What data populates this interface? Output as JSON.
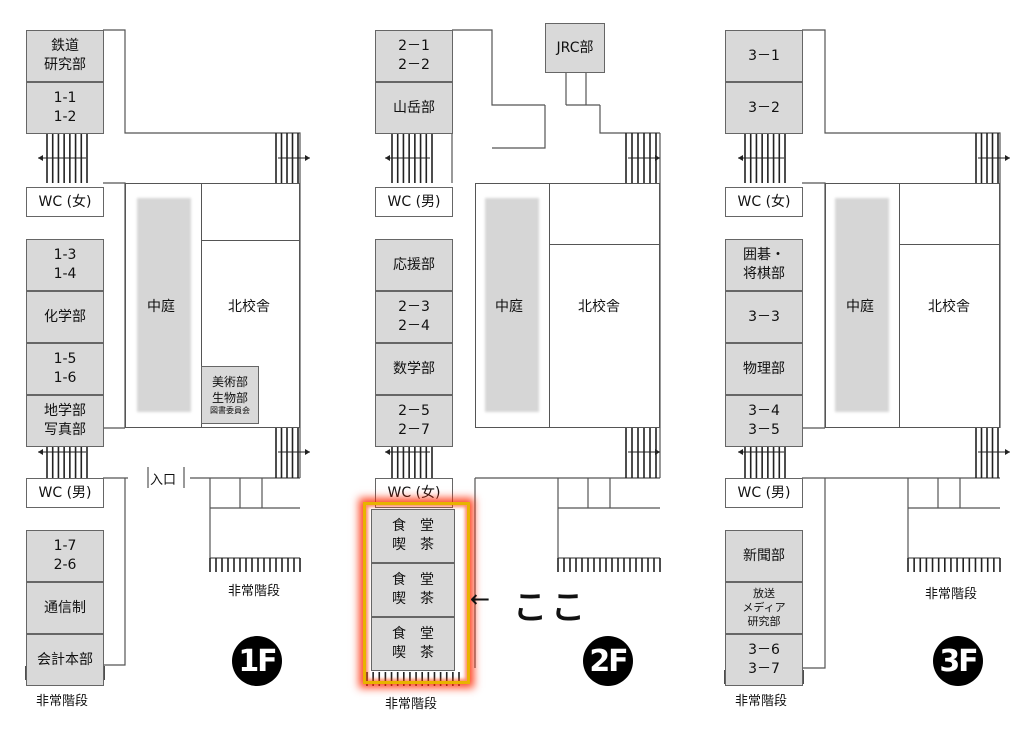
{
  "floors": {
    "f1": {
      "badge": "1F",
      "rooms": [
        {
          "lines": [
            "鉄道",
            "研究部"
          ]
        },
        {
          "lines": [
            "1-1",
            "1-2"
          ]
        },
        {
          "lines": [
            "WC (女)"
          ]
        },
        {
          "lines": [
            "1-3",
            "1-4"
          ]
        },
        {
          "lines": [
            "化学部"
          ]
        },
        {
          "lines": [
            "1-5",
            "1-6"
          ]
        },
        {
          "lines": [
            "地学部",
            "写真部"
          ]
        },
        {
          "lines": [
            "WC (男)"
          ]
        },
        {
          "lines": [
            "1-7",
            "2-6"
          ]
        },
        {
          "lines": [
            "通信制"
          ]
        },
        {
          "lines": [
            "会計本部"
          ]
        }
      ],
      "courtyard": "中庭",
      "north_building": "北校舎",
      "club_room": [
        "美術部",
        "生物部",
        "図書委員会"
      ],
      "entrance": "入口",
      "emergency_stairs_right": "非常階段",
      "emergency_stairs_bottom": "非常階段"
    },
    "f2": {
      "badge": "2F",
      "rooms": [
        {
          "lines": [
            "2－1",
            "2－2"
          ]
        },
        {
          "lines": [
            "山岳部"
          ]
        },
        {
          "lines": [
            "WC (男)"
          ]
        },
        {
          "lines": [
            "応援部"
          ]
        },
        {
          "lines": [
            "2－3",
            "2－4"
          ]
        },
        {
          "lines": [
            "数学部"
          ]
        },
        {
          "lines": [
            "2－5",
            "2－7"
          ]
        },
        {
          "lines": [
            "WC (女)"
          ]
        }
      ],
      "cafe_rooms": [
        {
          "lines": [
            "食　堂",
            "喫　茶"
          ]
        },
        {
          "lines": [
            "食　堂",
            "喫　茶"
          ]
        },
        {
          "lines": [
            "食　堂",
            "喫　茶"
          ]
        }
      ],
      "jrc": "JRC部",
      "courtyard": "中庭",
      "north_building": "北校舎",
      "emergency_stairs_bottom": "非常階段",
      "arrow": "←",
      "callout": "ここ"
    },
    "f3": {
      "badge": "3F",
      "rooms": [
        {
          "lines": [
            "3－1"
          ]
        },
        {
          "lines": [
            "3－2"
          ]
        },
        {
          "lines": [
            "WC (女)"
          ]
        },
        {
          "lines": [
            "囲碁・",
            "将棋部"
          ]
        },
        {
          "lines": [
            "3－3"
          ]
        },
        {
          "lines": [
            "物理部"
          ]
        },
        {
          "lines": [
            "3－4",
            "3－5"
          ]
        },
        {
          "lines": [
            "WC (男)"
          ]
        },
        {
          "lines": [
            "新聞部"
          ]
        },
        {
          "lines": [
            "放送",
            "メディア",
            "研究部"
          ]
        },
        {
          "lines": [
            "3－6",
            "3－7"
          ]
        }
      ],
      "courtyard": "中庭",
      "north_building": "北校舎",
      "emergency_stairs_right": "非常階段",
      "emergency_stairs_bottom": "非常階段"
    }
  },
  "colors": {
    "room_fill": "#d9d9d9",
    "highlight": "#ff2800",
    "badge": "#000000"
  }
}
